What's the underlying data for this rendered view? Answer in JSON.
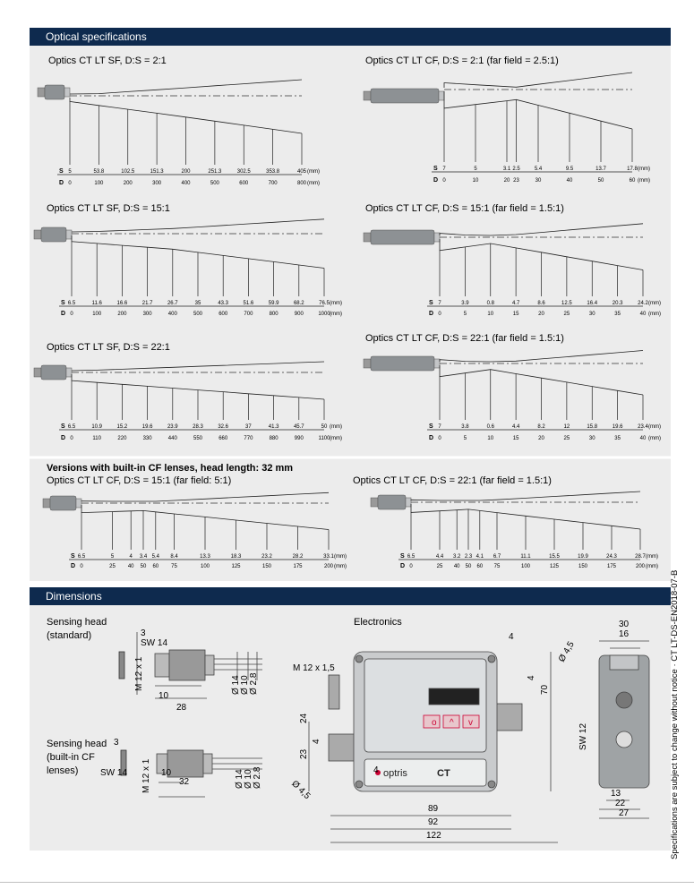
{
  "optical": {
    "header": "Optical specifications",
    "diagrams": [
      {
        "title": "Optics CT LT SF, D:S = 2:1",
        "s": [
          "5",
          "53.8",
          "102.5",
          "151.3",
          "200",
          "251.3",
          "302.5",
          "353.8",
          "405"
        ],
        "d": [
          "0",
          "100",
          "200",
          "300",
          "400",
          "500",
          "600",
          "700",
          "800"
        ]
      },
      {
        "title": "Optics CT LT CF, D:S = 2:1 (far field = 2.5:1)",
        "s": [
          "7",
          "5",
          "3.1",
          "2.5",
          "5.4",
          "9.5",
          "13.7",
          "17.8"
        ],
        "d": [
          "0",
          "10",
          "20",
          "23",
          "30",
          "40",
          "50",
          "60"
        ]
      },
      {
        "title": "Optics CT LT SF, D:S = 15:1",
        "s": [
          "6.5",
          "11.6",
          "16.6",
          "21.7",
          "26.7",
          "35",
          "43.3",
          "51.6",
          "59.9",
          "68.2",
          "76.5"
        ],
        "d": [
          "0",
          "100",
          "200",
          "300",
          "400",
          "500",
          "600",
          "700",
          "800",
          "900",
          "1000"
        ]
      },
      {
        "title": "Optics CT LT CF, D:S = 15:1 (far field = 1.5:1)",
        "s": [
          "7",
          "3.9",
          "0.8",
          "4.7",
          "8.6",
          "12.5",
          "16.4",
          "20.3",
          "24.2"
        ],
        "d": [
          "0",
          "5",
          "10",
          "15",
          "20",
          "25",
          "30",
          "35",
          "40"
        ]
      },
      {
        "title": "Optics CT LT SF, D:S = 22:1",
        "s": [
          "6.5",
          "10.9",
          "15.2",
          "19.6",
          "23.9",
          "28.3",
          "32.6",
          "37",
          "41.3",
          "45.7",
          "50"
        ],
        "d": [
          "0",
          "110",
          "220",
          "330",
          "440",
          "550",
          "660",
          "770",
          "880",
          "990",
          "1100"
        ]
      },
      {
        "title": "Optics CT LT CF, D:S = 22:1 (far field = 1.5:1)",
        "s": [
          "7",
          "3.8",
          "0.6",
          "4.4",
          "8.2",
          "12",
          "15.8",
          "19.6",
          "23.4"
        ],
        "d": [
          "0",
          "5",
          "10",
          "15",
          "20",
          "25",
          "30",
          "35",
          "40"
        ]
      },
      {
        "title": "Optics CT LT CF, D:S = 15:1 (far field: 5:1)",
        "s": [
          "6.5",
          "5",
          "4",
          "3.4",
          "5.4",
          "8.4",
          "13.3",
          "18.3",
          "23.2",
          "28.2",
          "33.1"
        ],
        "d": [
          "0",
          "25",
          "40",
          "50",
          "60",
          "75",
          "100",
          "125",
          "150",
          "175",
          "200"
        ]
      },
      {
        "title": "Optics CT LT CF, D:S = 22:1 (far field = 1.5:1)",
        "s": [
          "6.5",
          "4.4",
          "3.2",
          "2.3",
          "4.1",
          "6.7",
          "11.1",
          "15.5",
          "19.9",
          "24.3",
          "28.7"
        ],
        "d": [
          "0",
          "25",
          "40",
          "50",
          "60",
          "75",
          "100",
          "125",
          "150",
          "175",
          "200"
        ]
      }
    ],
    "versions_title": "Versions with built-in CF lenses, head length: 32 mm",
    "s_label": "S",
    "d_label": "D",
    "unit": "(mm)"
  },
  "dimensions": {
    "header": "Dimensions",
    "head_standard": "Sensing head\n(standard)",
    "head_cf_line1": "Sensing head",
    "head_cf_line2": "(built-in CF",
    "head_cf_line3": "lenses)",
    "head_standard_line1": "Sensing head",
    "head_standard_line2": "(standard)",
    "electronics": "Electronics",
    "std_dims": {
      "sw": "SW 14",
      "three": "3",
      "m12": "M 12 x 1",
      "ten": "10",
      "len": "28",
      "d14": "Ø 14",
      "d10": "Ø 10",
      "d28": "Ø 2.8"
    },
    "cf_dims": {
      "sw": "SW 14",
      "three": "3",
      "m12": "M 12 x 1",
      "ten": "10",
      "len": "32",
      "d14": "Ø 14",
      "d10": "Ø 10",
      "d28": "Ø 2.8"
    },
    "elec_dims": {
      "m12": "M 12 x 1,5",
      "four_top": "4",
      "hole": "Ø 4,5",
      "four_r": "4",
      "seventy": "70",
      "twentyfour": "24",
      "twentythree": "23",
      "four_l": "4",
      "hole_l": "Ø 4,5",
      "four_b": "4",
      "d89": "89",
      "d92": "92",
      "d122": "122",
      "brand": "optris",
      "model": "CT"
    },
    "side_dims": {
      "d30": "30",
      "d16": "16",
      "sw12": "SW 12",
      "d13": "13",
      "d22": "22",
      "d27": "27"
    }
  },
  "side_note": "Specifications are subject to change without notice · CT LT-DS-EN2018-07-B",
  "colors": {
    "header": "#0e2a4e",
    "panel": "#ececec"
  }
}
